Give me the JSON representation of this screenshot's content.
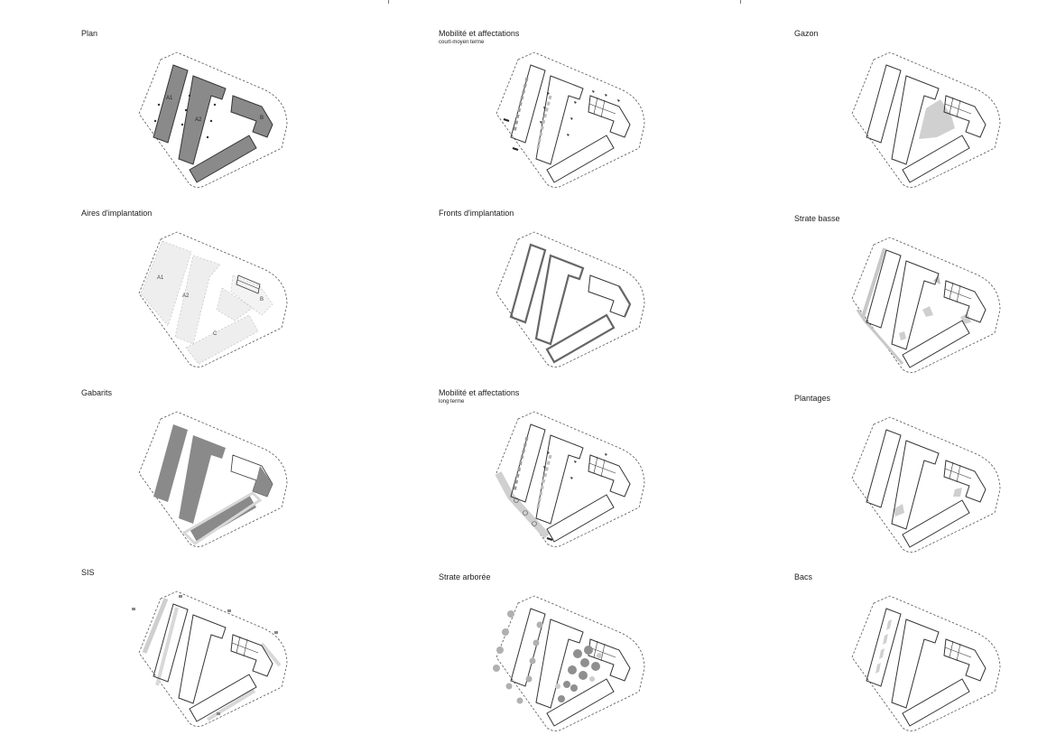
{
  "panels": {
    "plan": {
      "title": "Plan",
      "labels": {
        "a1": "A1",
        "a2": "A2",
        "b": "B"
      }
    },
    "mob_court": {
      "title": "Mobilité et affectations",
      "subtitle": "court-moyen terme"
    },
    "gazon": {
      "title": "Gazon"
    },
    "aires": {
      "title": "Aires d'implantation",
      "labels": {
        "a1": "A1",
        "a2": "A2",
        "b": "B",
        "c": "C"
      }
    },
    "fronts": {
      "title": "Fronts d'implantation"
    },
    "strate_basse": {
      "title": "Strate basse"
    },
    "gabarits": {
      "title": "Gabarits"
    },
    "mob_long": {
      "title": "Mobilité et affectations",
      "subtitle": "long terme"
    },
    "plantages": {
      "title": "Plantages"
    },
    "sis": {
      "title": "SIS"
    },
    "strate_arboree": {
      "title": "Strate arborée"
    },
    "bacs": {
      "title": "Bacs"
    }
  },
  "colors": {
    "outline": "#333333",
    "dark_fill": "#8a8a8a",
    "mid_fill": "#b5b5b5",
    "light_fill": "#e3e3e3",
    "tree_fill": "#9a9a9a",
    "dashed": "#555555"
  }
}
